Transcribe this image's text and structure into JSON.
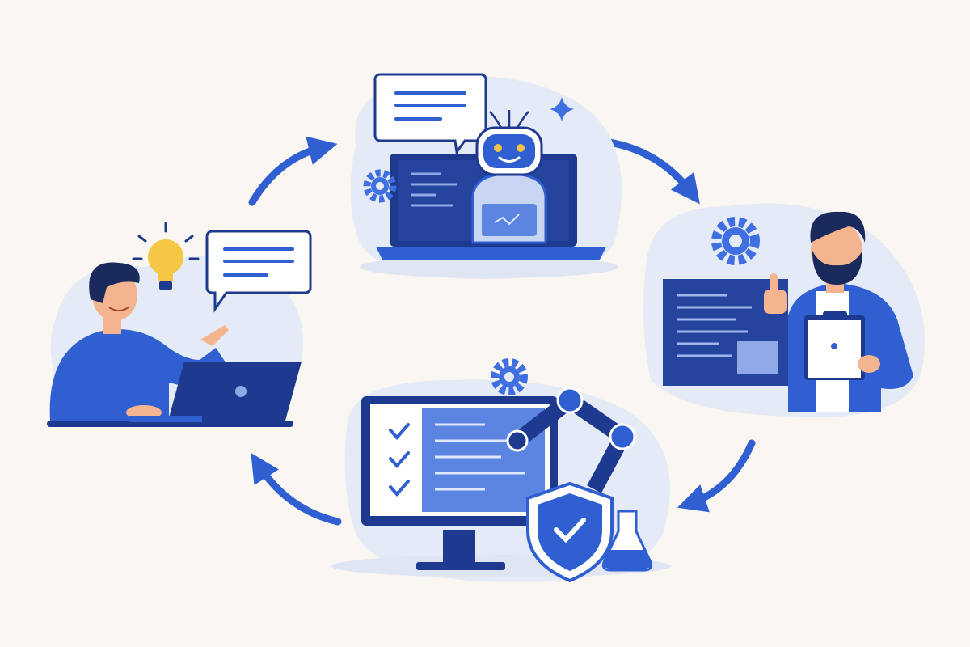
{
  "colors": {
    "background": "#faf6f2",
    "primary_blue": "#2f5fd0",
    "navy": "#1d3a8f",
    "light_blob": "#e4eaf6",
    "skin": "#f4b48f",
    "hair": "#1b2a5c",
    "bulb": "#f6c744",
    "white": "#ffffff"
  },
  "scenes": [
    {
      "id": "idea",
      "icons": [
        "person-icon",
        "laptop-icon",
        "lightbulb-icon",
        "speech-bubble-icon"
      ]
    },
    {
      "id": "ai-assistant",
      "icons": [
        "robot-icon",
        "laptop-icon",
        "speech-bubble-icon",
        "gear-icon",
        "sparkle-icon"
      ]
    },
    {
      "id": "review",
      "icons": [
        "bearded-person-icon",
        "clipboard-icon",
        "code-board-icon",
        "gear-icon",
        "thumbs-up-icon"
      ]
    },
    {
      "id": "testing",
      "icons": [
        "monitor-icon",
        "checklist-icon",
        "robot-arm-icon",
        "shield-check-icon",
        "flask-icon",
        "gear-icon"
      ]
    }
  ],
  "cycle_arrows": [
    "arrow-idea-to-ai",
    "arrow-ai-to-review",
    "arrow-review-to-testing",
    "arrow-testing-to-idea"
  ]
}
